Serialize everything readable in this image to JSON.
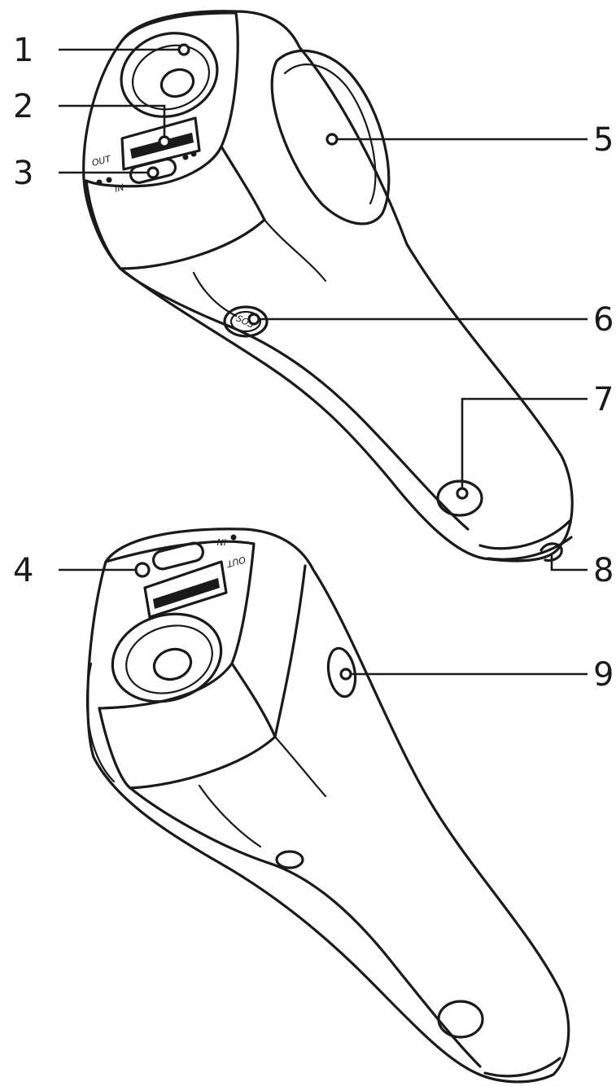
{
  "callouts": [
    {
      "id": "1",
      "label": "1"
    },
    {
      "id": "2",
      "label": "2"
    },
    {
      "id": "3",
      "label": "3"
    },
    {
      "id": "4",
      "label": "4"
    },
    {
      "id": "5",
      "label": "5"
    },
    {
      "id": "6",
      "label": "6"
    },
    {
      "id": "7",
      "label": "7"
    },
    {
      "id": "8",
      "label": "8"
    },
    {
      "id": "9",
      "label": "9"
    }
  ],
  "port_labels": {
    "out_top": "OUT",
    "in_top": "IN",
    "sos": "SOS",
    "out_bottom": "OUT",
    "in_bottom": "IN"
  },
  "colors": {
    "line": "#1a1a1a",
    "background": "#ffffff"
  }
}
